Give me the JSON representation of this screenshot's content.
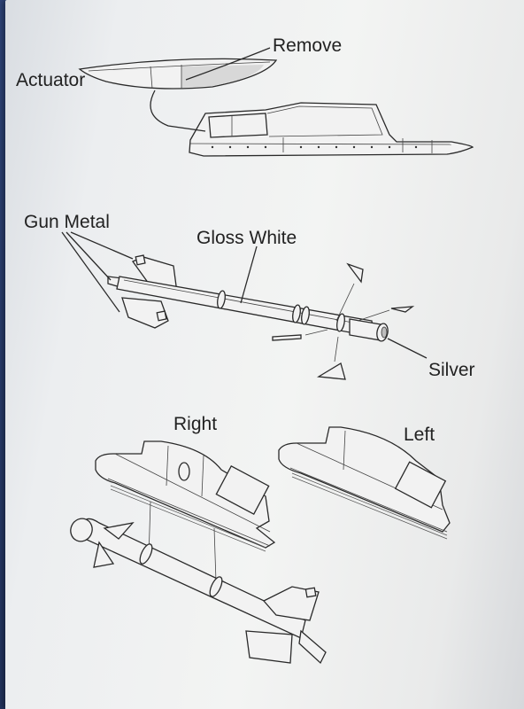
{
  "labels": {
    "remove": "Remove",
    "actuator": "Actuator",
    "gun_metal": "Gun Metal",
    "gloss_white": "Gloss White",
    "silver": "Silver",
    "right": "Right",
    "left": "Left"
  },
  "colors": {
    "paper": "#eeefee",
    "ink": "#2a2a2a",
    "background": "#2c3f6e"
  }
}
